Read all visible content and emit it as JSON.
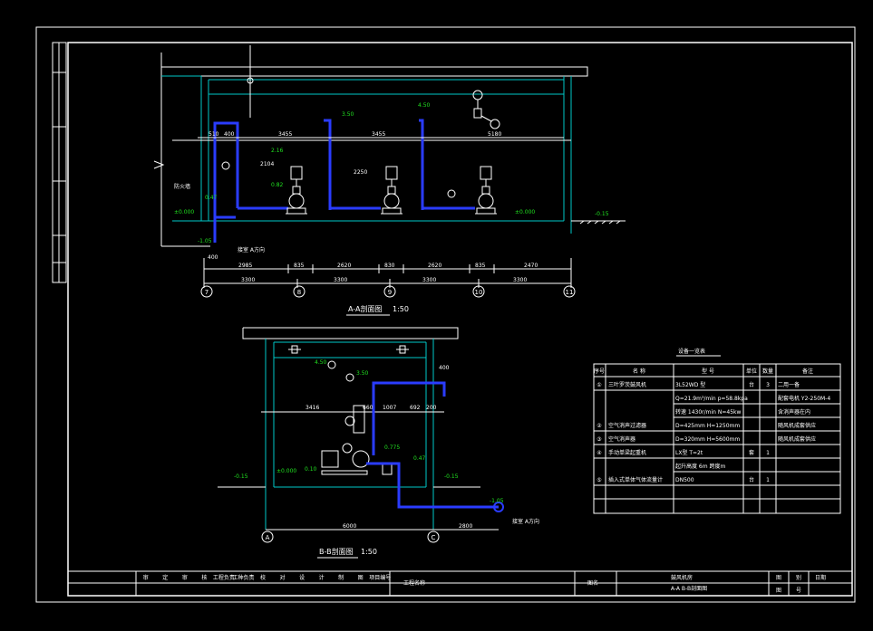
{
  "section_aa": {
    "title": "A-A剖面图",
    "scale": "1:50",
    "elevations": [
      "4.50",
      "3.50",
      "2.16",
      "0.82",
      "0.47",
      "±0.000",
      "±0.000",
      "-0.15",
      "-1.05"
    ],
    "top_dims": [
      "510",
      "400",
      "3455",
      "3455",
      "5180"
    ],
    "mid_dims": [
      "2104",
      "2250"
    ],
    "bottom_dims_1": [
      "2985",
      "835",
      "2620",
      "830",
      "2620",
      "835",
      "2470"
    ],
    "bottom_dims_2": [
      "400",
      "3300",
      "3300",
      "3300",
      "3300"
    ],
    "grid_labels": [
      "7",
      "8",
      "9",
      "10",
      "11"
    ],
    "wall_label": "防火墙",
    "inlet_label": "接室  A方向"
  },
  "section_bb": {
    "title": "B-B剖面图",
    "scale": "1:50",
    "elevations": [
      "4.50",
      "3.50",
      "0.775",
      "0.47",
      "±0.000",
      "0.10",
      "-0.15",
      "-0.15",
      "-1.05"
    ],
    "dims": [
      "400",
      "3416",
      "660",
      "1007",
      "692",
      "200",
      "6000",
      "2800"
    ],
    "grid_labels": [
      "A",
      "C"
    ],
    "inlet_label": "接室  A方向"
  },
  "equipment_table": {
    "title": "设备一览表",
    "headers": [
      "序号",
      "名    称",
      "型    号",
      "单位",
      "数量",
      "备注"
    ],
    "rows": [
      [
        "①",
        "三叶罗茨鼓风机",
        "3L52WD 型",
        "台",
        "3",
        "二用一备"
      ],
      [
        "",
        "",
        "Q=21.9m³/min   p=58.8kpa",
        "",
        "",
        "配套电机   Y2-250M-4"
      ],
      [
        "",
        "",
        "转速 1430r/min  N=45kw",
        "",
        "",
        "含消声器在内"
      ],
      [
        "②",
        "空气消声过滤器",
        "D=425mm    H=1250mm",
        "",
        "",
        "随风机成套供应"
      ],
      [
        "③",
        "空气消声器",
        "D=320mm    H=5600mm",
        "",
        "",
        "随风机成套供应"
      ],
      [
        "④",
        "手动单梁起重机",
        "LX型   T=2t",
        "套",
        "1",
        ""
      ],
      [
        "",
        "",
        "起升高度  6m    跨度m",
        "",
        "",
        ""
      ],
      [
        "⑤",
        "插入式单体气体流量计",
        "DN500",
        "台",
        "1",
        ""
      ]
    ]
  },
  "title_block": {
    "left_cells": [
      "审",
      "定",
      "审",
      "核",
      "工程负责",
      "工种负责",
      "校",
      "对",
      "设",
      "计",
      "制",
      "图",
      "项目编号"
    ],
    "project_label": "工程名称",
    "sheet_label": "图名",
    "drawing_name_1": "鼓风机房",
    "drawing_name_2": "A-A  B-B剖面图",
    "right_cells": [
      "图",
      "别",
      "日期",
      "图",
      "号"
    ]
  }
}
